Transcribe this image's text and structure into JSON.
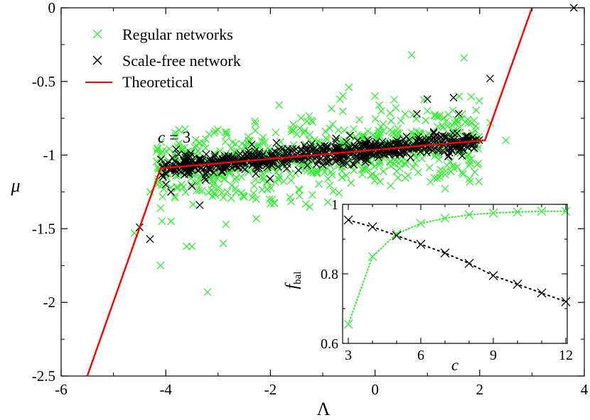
{
  "chart_data": [
    {
      "type": "scatter",
      "xlabel": "Λ",
      "ylabel": "μ",
      "xlim": [
        -6,
        4
      ],
      "ylim": [
        -2.5,
        0
      ],
      "xticks": [
        -6,
        -4,
        -2,
        0,
        2,
        4
      ],
      "xtick_labels": [
        "-6",
        "-4",
        "-2",
        "0",
        "2",
        "4"
      ],
      "yticks": [
        0,
        -0.5,
        -1,
        -1.5,
        -2,
        -2.5
      ],
      "ytick_labels": [
        "0",
        "-0.5",
        "-1",
        "-1.5",
        "-2",
        "-2.5"
      ],
      "annotation": "c = 3",
      "annotation_var": "c",
      "annotation_rest": " = 3",
      "legend": {
        "position": "top-left",
        "entries": [
          {
            "label": "Regular networks",
            "marker": "x",
            "color": "#33ee33"
          },
          {
            "label": "Scale-free network",
            "marker": "x",
            "color": "#000000"
          },
          {
            "label": "Theoretical",
            "marker": "line",
            "color": "#ff0000"
          }
        ]
      },
      "theoretical_line": {
        "name": "Theoretical",
        "color": "#ff0000",
        "x": [
          -5.5,
          -4.1,
          2.1,
          3.0
        ],
        "y": [
          -2.5,
          -1.09,
          -0.9,
          0.0
        ]
      },
      "series": [
        {
          "name": "Regular networks",
          "color": "#33ee33",
          "cloud": {
            "x_range": [
              -4.2,
              2.0
            ],
            "line_start": [
              -4.1,
              -1.09
            ],
            "line_end": [
              2.1,
              -0.9
            ],
            "spread": 0.13,
            "count": 700
          },
          "outliers": [
            {
              "x": -4.3,
              "y": -1.25
            },
            {
              "x": -4.1,
              "y": -1.36
            },
            {
              "x": -3.9,
              "y": -1.45
            },
            {
              "x": -3.6,
              "y": -1.62
            },
            {
              "x": -3.5,
              "y": -1.62
            },
            {
              "x": -3.2,
              "y": -1.93
            },
            {
              "x": -2.85,
              "y": -1.47
            },
            {
              "x": -2.9,
              "y": -1.6
            },
            {
              "x": -4.1,
              "y": -1.75
            },
            {
              "x": -4.6,
              "y": -1.53
            },
            {
              "x": -0.5,
              "y": -0.54
            },
            {
              "x": -0.3,
              "y": -0.76
            },
            {
              "x": 0.4,
              "y": -0.68
            },
            {
              "x": 1.0,
              "y": -0.7
            },
            {
              "x": 2.2,
              "y": -0.78
            },
            {
              "x": 0.7,
              "y": -0.32
            },
            {
              "x": 1.7,
              "y": -0.34
            },
            {
              "x": 2.5,
              "y": -0.9
            },
            {
              "x": -1.2,
              "y": -1.27
            },
            {
              "x": -2.0,
              "y": -1.33
            },
            {
              "x": 0.0,
              "y": -0.6
            }
          ]
        },
        {
          "name": "Scale-free network",
          "color": "#000000",
          "cloud": {
            "x_range": [
              -4.1,
              2.0
            ],
            "line_start": [
              -4.1,
              -1.09
            ],
            "line_end": [
              2.1,
              -0.9
            ],
            "spread": 0.035,
            "count": 600
          },
          "outliers": [
            {
              "x": -4.5,
              "y": -1.49
            },
            {
              "x": -4.3,
              "y": -1.57
            },
            {
              "x": -3.35,
              "y": -1.34
            },
            {
              "x": -3.9,
              "y": -1.25
            },
            {
              "x": -3.5,
              "y": -1.21
            },
            {
              "x": 1.5,
              "y": -0.61
            },
            {
              "x": 1.0,
              "y": -0.62
            },
            {
              "x": 2.2,
              "y": -0.48
            },
            {
              "x": 3.8,
              "y": 0.0
            },
            {
              "x": 1.6,
              "y": -0.72
            },
            {
              "x": 0.8,
              "y": -0.72
            },
            {
              "x": -4.0,
              "y": -1.2
            }
          ]
        }
      ]
    },
    {
      "type": "line",
      "xlabel": "c",
      "ylabel": "f",
      "ylabel_sub": "bal",
      "xlim": [
        3,
        12
      ],
      "ylim": [
        0.6,
        1.0
      ],
      "xticks": [
        3,
        6,
        9,
        12
      ],
      "xtick_labels": [
        "3",
        "6",
        "9",
        "12"
      ],
      "yticks": [
        0.6,
        0.8,
        1.0
      ],
      "ytick_labels": [
        "0.6",
        "0.8",
        "1"
      ],
      "series": [
        {
          "name": "Regular networks",
          "color": "#33ee33",
          "x": [
            3,
            4,
            5,
            6,
            7,
            8,
            9,
            10,
            11,
            12
          ],
          "y": [
            0.655,
            0.85,
            0.915,
            0.945,
            0.96,
            0.97,
            0.975,
            0.978,
            0.98,
            0.98
          ]
        },
        {
          "name": "Scale-free network",
          "color": "#000000",
          "x": [
            3,
            4,
            5,
            6,
            7,
            8,
            9,
            10,
            11,
            12
          ],
          "y": [
            0.955,
            0.935,
            0.91,
            0.885,
            0.86,
            0.83,
            0.795,
            0.77,
            0.745,
            0.72
          ]
        }
      ]
    }
  ]
}
